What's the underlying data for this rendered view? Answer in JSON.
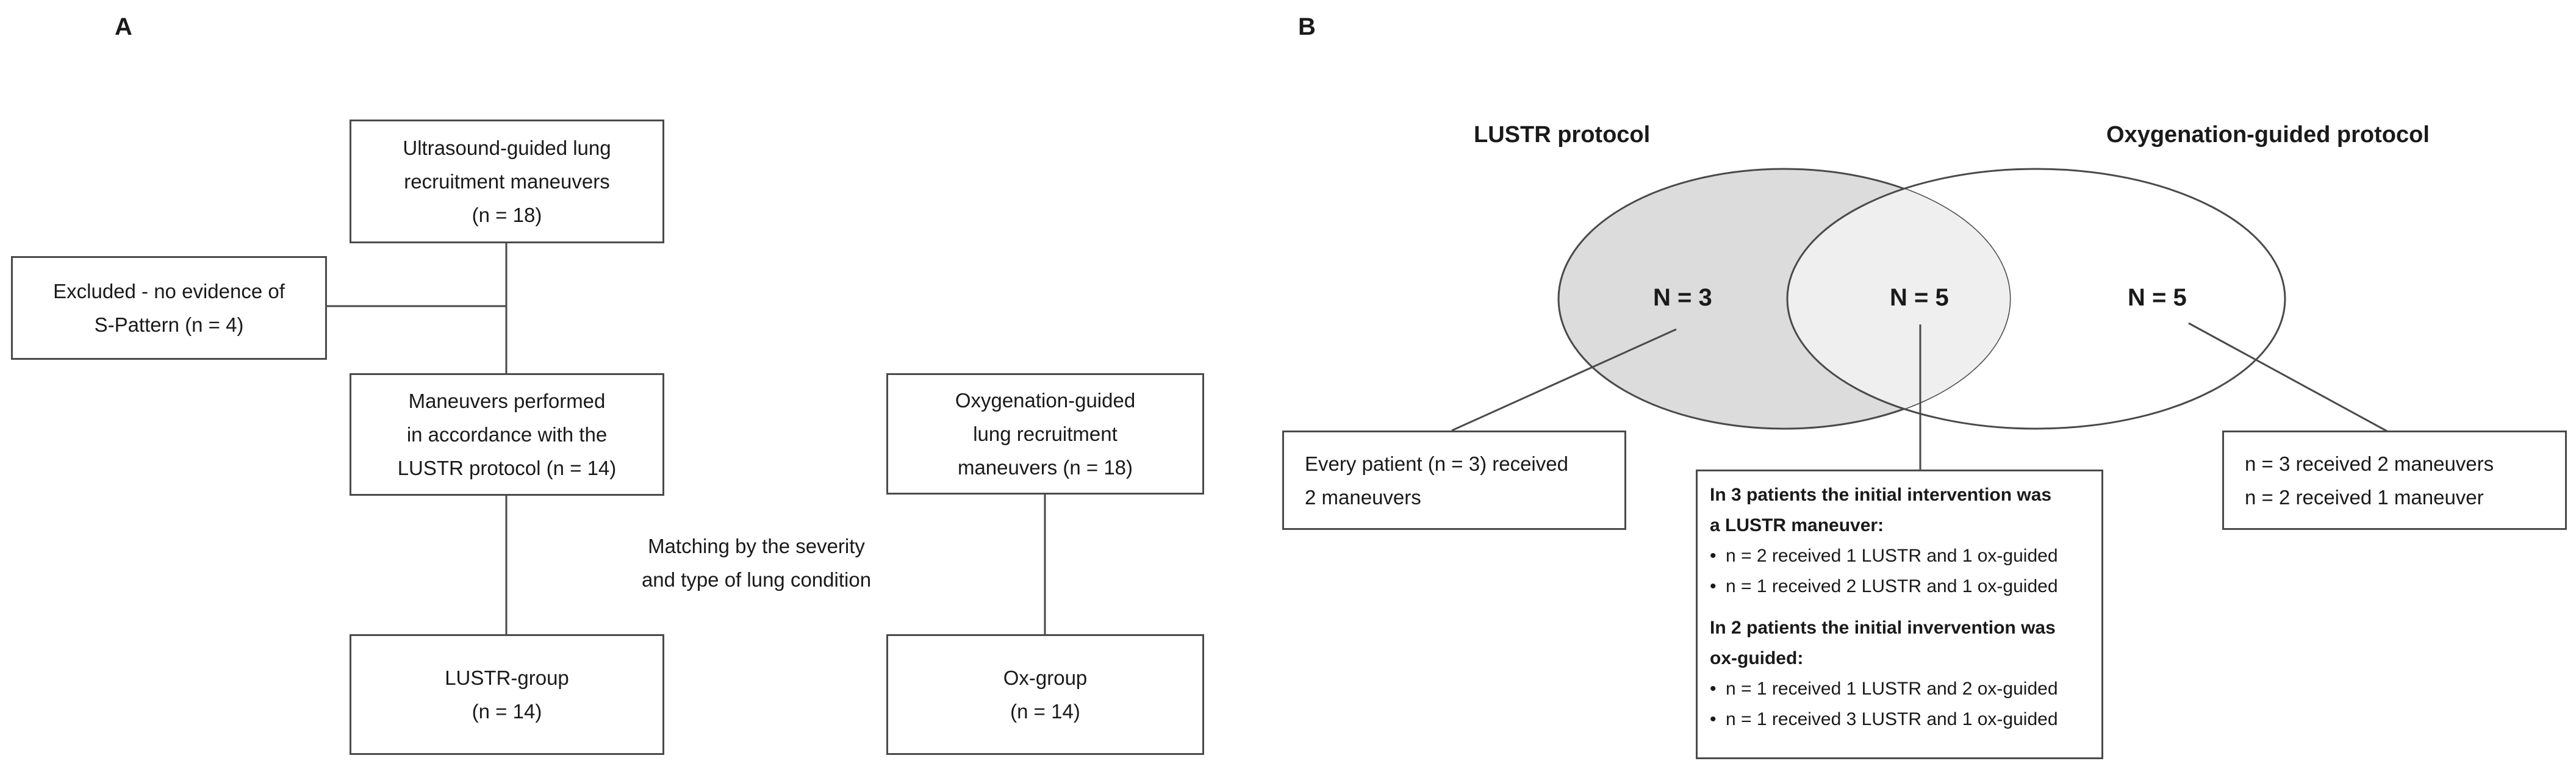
{
  "panels": {
    "a": "A",
    "b": "B"
  },
  "flow": {
    "recruitment": {
      "lines": [
        "Ultrasound-guided lung",
        "recruitment maneuvers",
        "(n = 18)"
      ]
    },
    "excluded": {
      "lines": [
        "Excluded - no evidence of",
        "S-Pattern (n = 4)"
      ]
    },
    "accordance": {
      "lines": [
        "Maneuvers performed",
        "in accordance with the",
        "LUSTR protocol (n = 14)"
      ]
    },
    "oxygenation": {
      "lines": [
        "Oxygenation-guided",
        "lung recruitment",
        "maneuvers (n = 18)"
      ]
    },
    "matching": {
      "lines": [
        "Matching by the severity",
        "and type of lung condition"
      ]
    },
    "lustr_group": {
      "lines": [
        "LUSTR-group",
        "(n = 14)"
      ]
    },
    "ox_group": {
      "lines": [
        "Ox-group",
        "(n = 14)"
      ]
    }
  },
  "venn": {
    "left_title": "LUSTR protocol",
    "right_title": "Oxygenation-guided protocol",
    "left_count": "N = 3",
    "overlap_count": "N = 5",
    "right_count": "N = 5",
    "left_box": {
      "lines": [
        "Every patient (n = 3) received",
        "2 maneuvers"
      ]
    },
    "right_box": {
      "lines": [
        "n = 3 received 2 maneuvers",
        "n = 2 received 1 maneuver"
      ]
    },
    "overlap_box": {
      "group1_head": [
        "In 3 patients the initial intervention was",
        "a LUSTR maneuver:"
      ],
      "group1_items": [
        "n = 2 received 1 LUSTR and 1 ox-guided",
        "n = 1 received 2 LUSTR and 1 ox-guided"
      ],
      "group2_head": [
        "In 2 patients the initial invervention was",
        "ox-guided:"
      ],
      "group2_items": [
        "n = 1 received 1 LUSTR and 2 ox-guided",
        "n = 1 received 3 LUSTR and 1 ox-guided"
      ]
    },
    "colors": {
      "left_fill": "#dcdcdc",
      "overlap_fill": "#efefef",
      "stroke": "#4a4a4a"
    }
  }
}
